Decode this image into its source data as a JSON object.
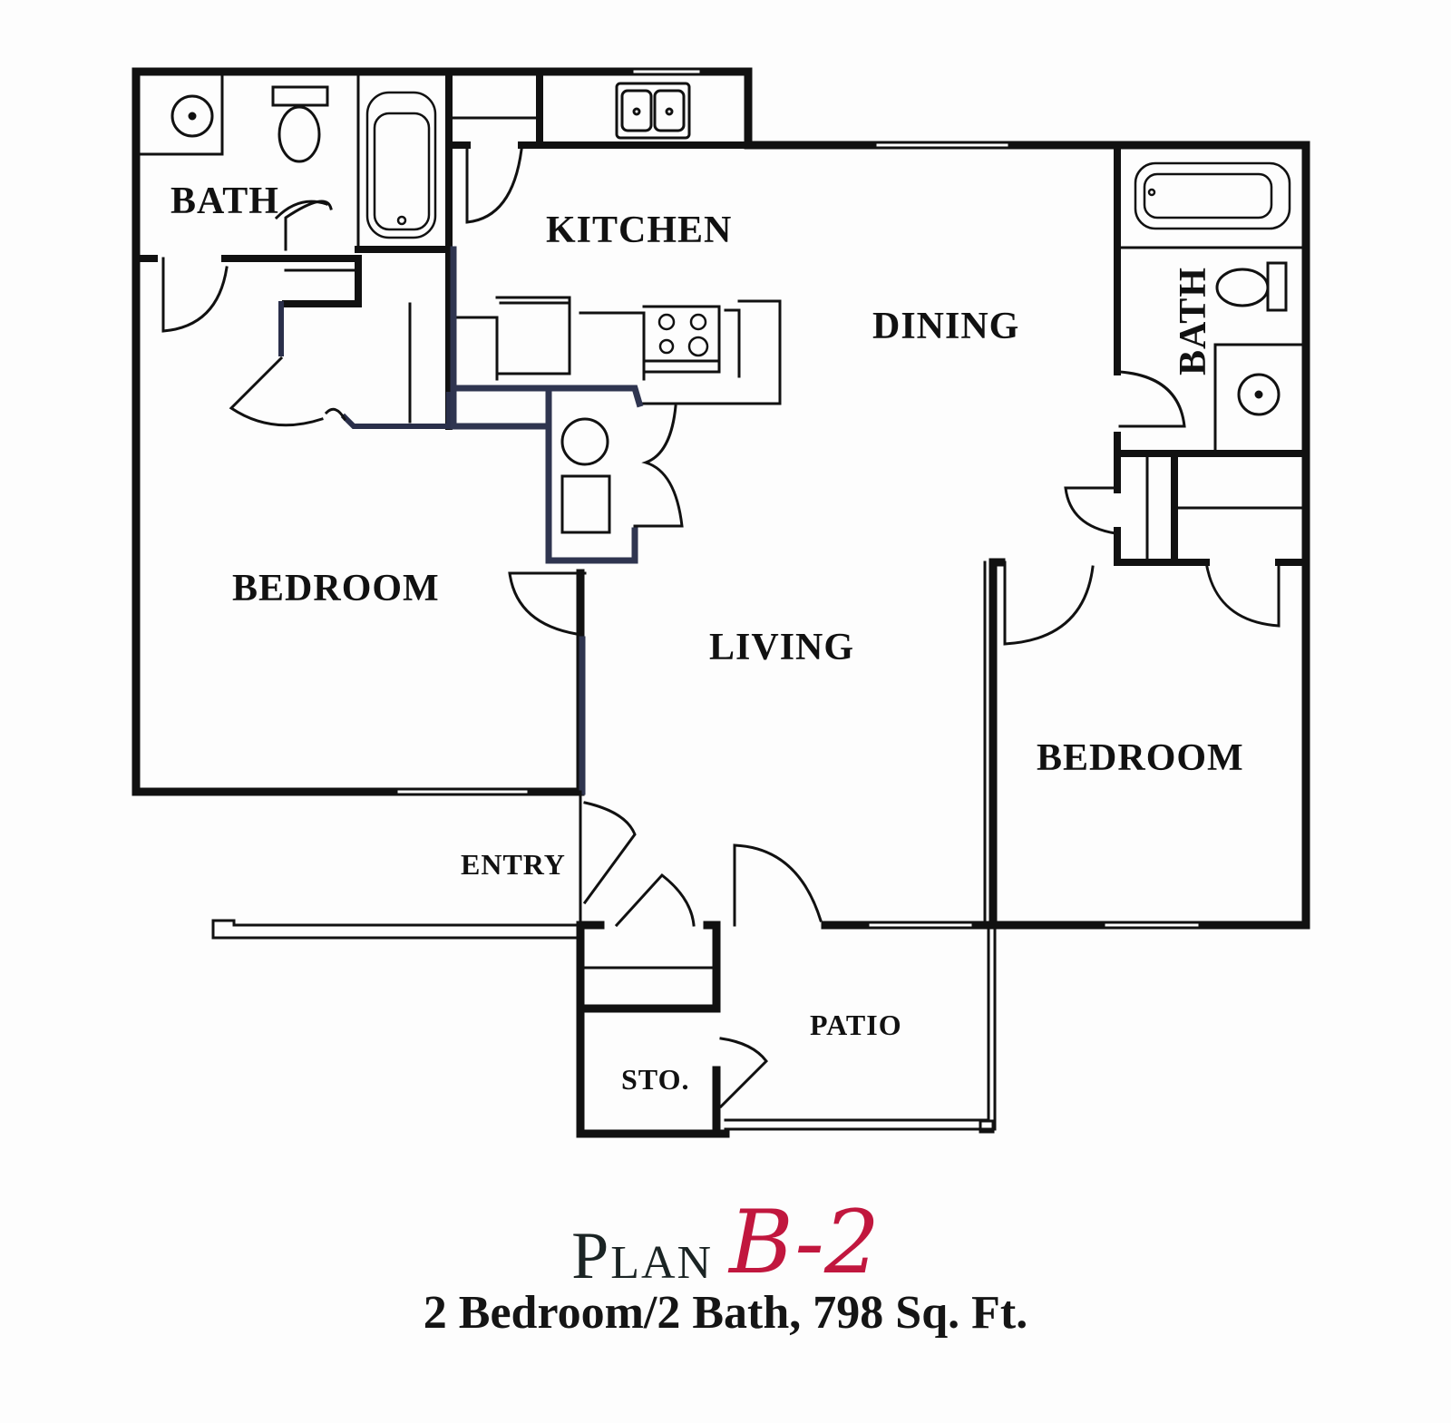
{
  "floorplan": {
    "title_prefix": "Plan",
    "plan_code": "B-2",
    "summary": "2 Bedroom/2 Bath, 798 Sq. Ft.",
    "bedrooms": 2,
    "baths": 2,
    "square_feet": 798,
    "accent_color": "#c1173e",
    "wall_color": "#111111"
  },
  "rooms": {
    "bath_left": "BATH",
    "kitchen": "KITCHEN",
    "dining": "DINING",
    "bath_right": "BATH",
    "bedroom_left": "BEDROOM",
    "living": "LIVING",
    "bedroom_right": "BEDROOM",
    "entry": "ENTRY",
    "patio": "PATIO",
    "storage": "STO."
  },
  "fixtures": [
    "sink-icon",
    "toilet-icon",
    "bathtub-icon",
    "double-sink-icon",
    "stove-icon",
    "refrigerator-icon",
    "washer-icon",
    "dryer-icon"
  ]
}
